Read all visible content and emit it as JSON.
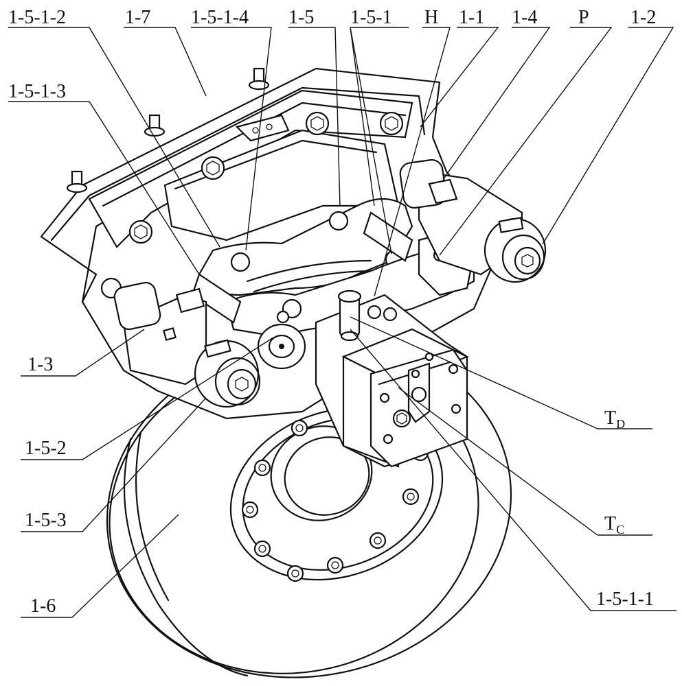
{
  "labels": {
    "l_1512": "1-5-1-2",
    "l_17": "1-7",
    "l_1514": "1-5-1-4",
    "l_15": "1-5",
    "l_151": "1-5-1",
    "l_H": "H",
    "l_11": "1-1",
    "l_14": "1-4",
    "l_P": "P",
    "l_12": "1-2",
    "l_1513": "1-5-1-3",
    "l_13": "1-3",
    "l_152": "1-5-2",
    "l_153": "1-5-3",
    "l_16": "1-6",
    "l_TD_main": "T",
    "l_TD_sub": "D",
    "l_TC_main": "T",
    "l_TC_sub": "C",
    "l_1511": "1-5-1-1"
  }
}
